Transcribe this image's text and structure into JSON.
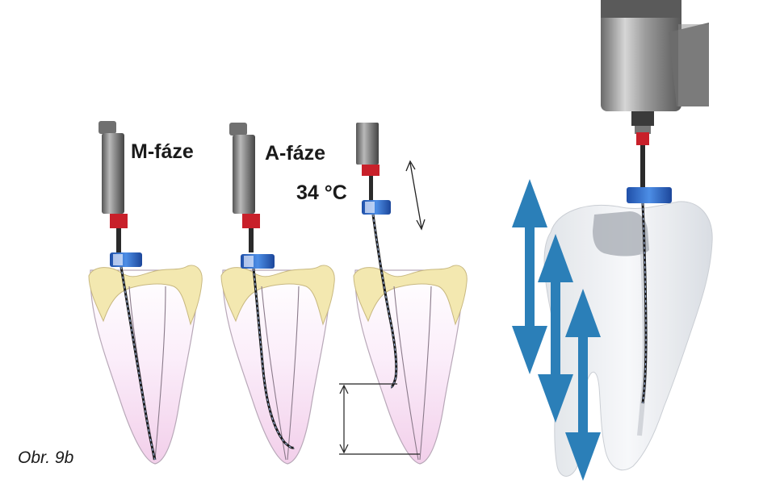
{
  "figure": {
    "phase_m_label": "M-fáze",
    "phase_a_label": "A-fáze",
    "temperature_label": "34 °C",
    "caption": "Obr. 9b"
  },
  "colors": {
    "file_red_band": "#c8202a",
    "stopper_blue": "#2f6fd0",
    "arrow_blue": "#2b7fb8",
    "enamel_yellow": "#f3e8b0",
    "root_pink": "#f4d6ee"
  }
}
